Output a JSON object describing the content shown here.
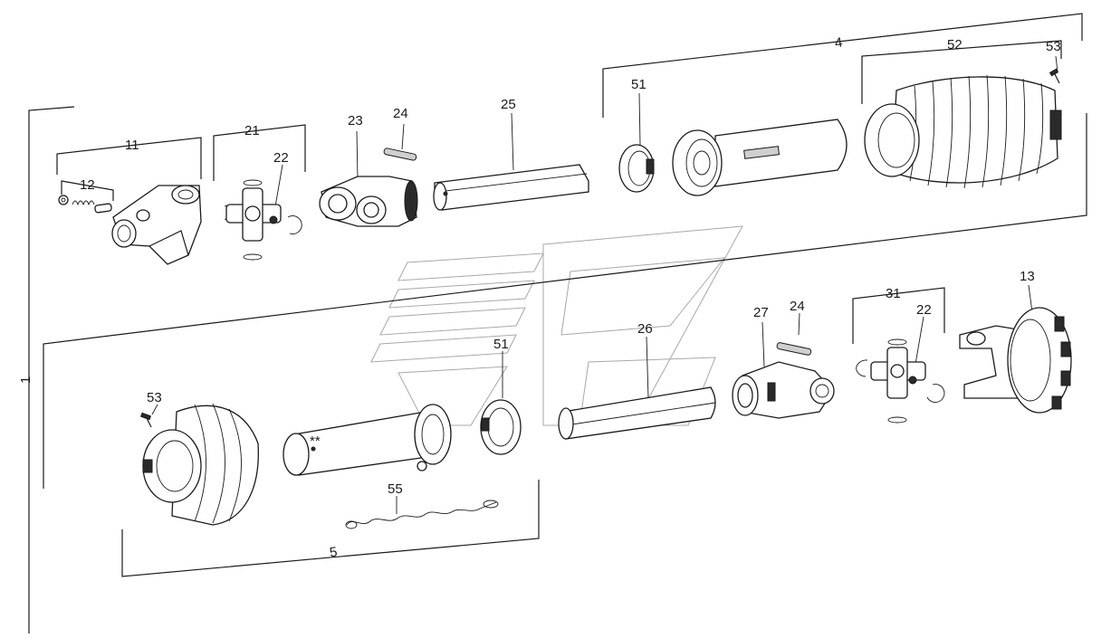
{
  "callouts": {
    "c11": "11",
    "c12": "12",
    "c21": "21",
    "c22a": "22",
    "c23": "23",
    "c24a": "24",
    "c25": "25",
    "c51a": "51",
    "c4": "4",
    "c52": "52",
    "c53a": "53",
    "c1": "1",
    "c53b": "53",
    "c51b": "51",
    "c26": "26",
    "c27": "27",
    "c24b": "24",
    "c31": "31",
    "c22b": "22",
    "c13": "13",
    "c55": "55",
    "c5": "5"
  },
  "tube_marking": "**"
}
